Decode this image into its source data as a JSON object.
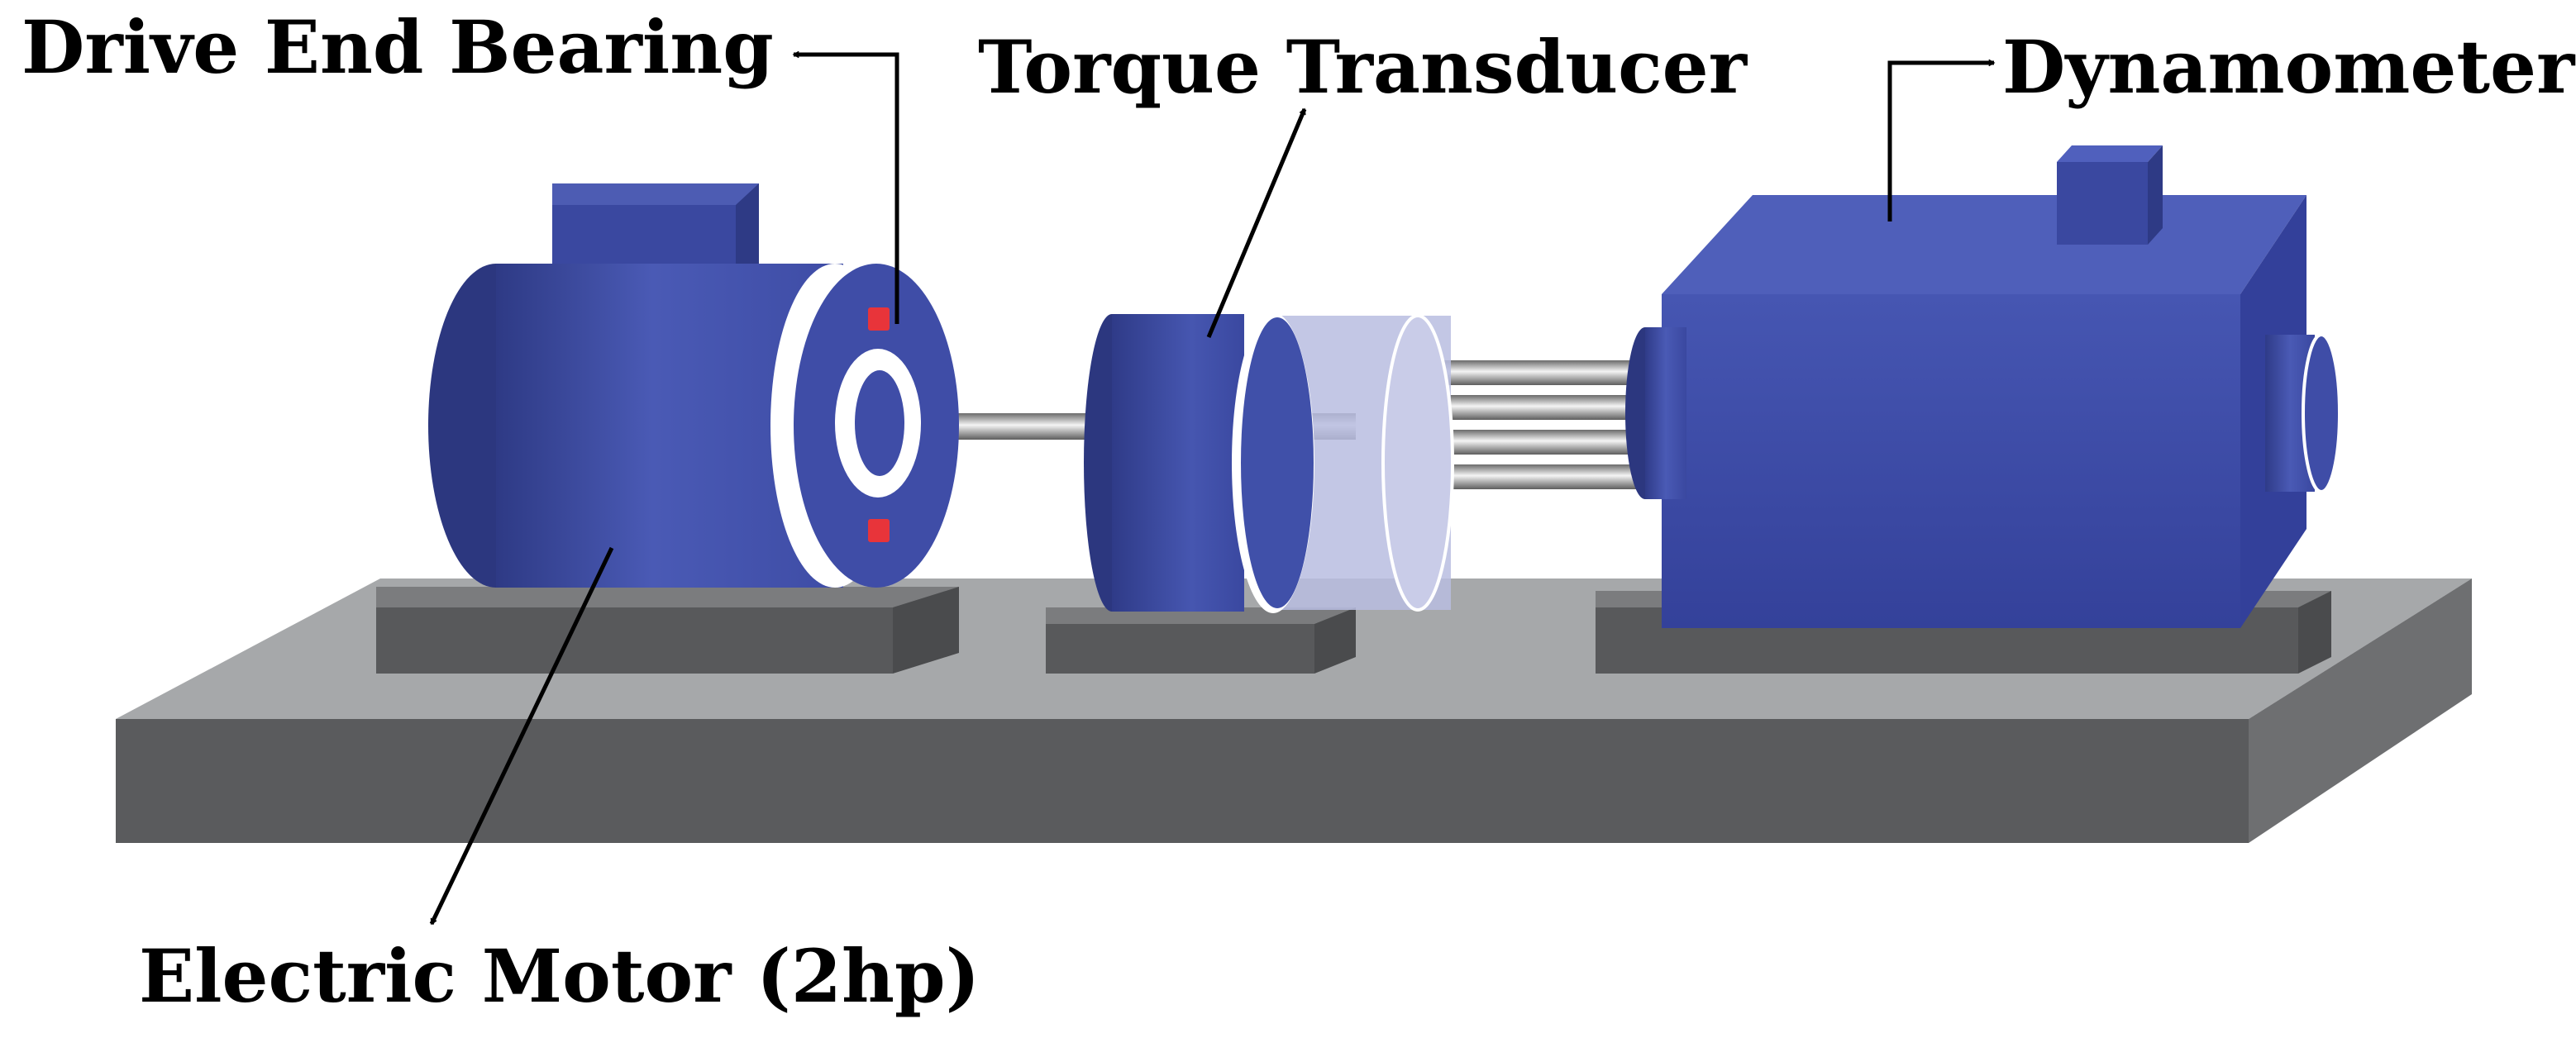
{
  "labels": {
    "drive_end_bearing": "Drive End Bearing",
    "torque_transducer": "Torque Transducer",
    "dynamometer": "Dynamometer",
    "electric_motor": "Electric Motor (2hp)"
  },
  "colors": {
    "motor_blue": "#3d4a9e",
    "motor_blue_light": "#4a5ab5",
    "motor_blue_dark": "#2e3a85",
    "base_top": "#a6a8aa",
    "base_front": "#5a5b5d",
    "base_side": "#6e6f71",
    "pad": "#58595b",
    "bearing_red": "#e8343a",
    "label_text": "#000000"
  }
}
